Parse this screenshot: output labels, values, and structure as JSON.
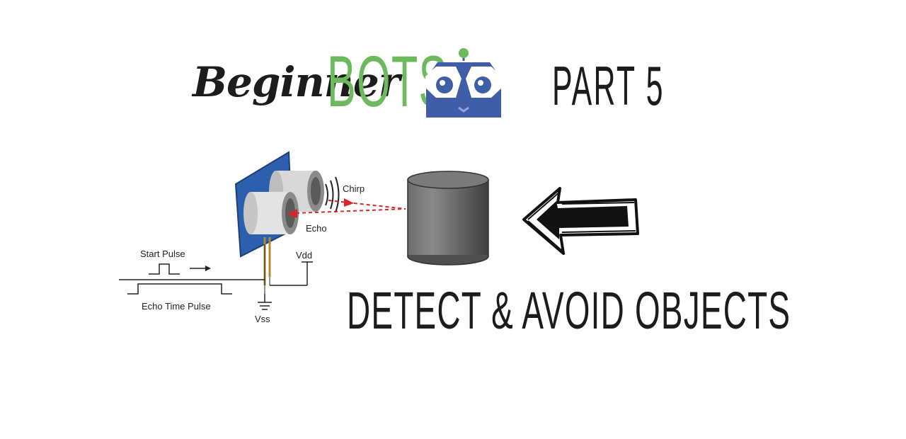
{
  "header": {
    "brand_script": "Beginner",
    "brand_bold": "BOTS",
    "part_label": "PART 5"
  },
  "subtitle": "DETECT & AVOID OBJECTS",
  "diagram": {
    "chirp_label": "Chirp",
    "echo_label": "Echo",
    "start_pulse_label": "Start Pulse",
    "echo_time_pulse_label": "Echo Time Pulse",
    "vdd_label": "Vdd",
    "vss_label": "Vss"
  },
  "icons": {
    "robot_logo": "robot-head-icon",
    "left_arrow": "hand-drawn-left-arrow-icon"
  },
  "colors": {
    "bots_green": "#6dba5e",
    "robot_blue": "#3f5ea8",
    "signal_red": "#d9262b",
    "text_dark": "#1c1c1c"
  }
}
